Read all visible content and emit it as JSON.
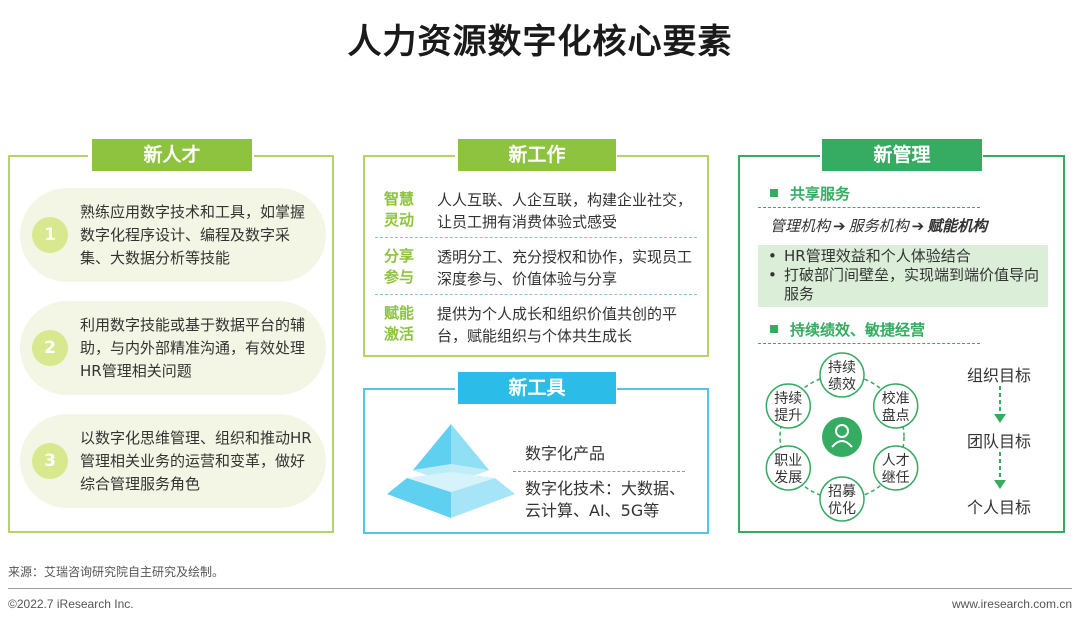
{
  "title": "人力资源数字化核心要素",
  "new_talent": {
    "header": "新人才",
    "items": [
      {
        "num": "1",
        "text": "熟练应用数字技术和工具，如掌握数字化程序设计、编程及数字采集、大数据分析等技能"
      },
      {
        "num": "2",
        "text": "利用数字技能或基于数据平台的辅助，与内外部精准沟通，有效处理HR管理相关问题"
      },
      {
        "num": "3",
        "text": "以数字化思维管理、组织和推动HR管理相关业务的运营和变革，做好综合管理服务角色"
      }
    ]
  },
  "new_work": {
    "header": "新工作",
    "rows": [
      {
        "label1": "智慧",
        "label2": "灵动",
        "desc": "人人互联、人企互联，构建企业社交，让员工拥有消费体验式感受"
      },
      {
        "label1": "分享",
        "label2": "参与",
        "desc": "透明分工、充分授权和协作，实现员工深度参与、价值体验与分享"
      },
      {
        "label1": "赋能",
        "label2": "激活",
        "desc": "提供为个人成长和组织价值共创的平台，赋能组织与个体共生成长"
      }
    ]
  },
  "new_tool": {
    "header": "新工具",
    "item1": "数字化产品",
    "item2": "数字化技术：大数据、云计算、AI、5G等"
  },
  "new_management": {
    "header": "新管理",
    "section1": "共享服务",
    "flow": {
      "step1": "管理机构",
      "step2": "服务机构",
      "step3": "赋能机构",
      "arrow": "➔"
    },
    "bullets": [
      "HR管理效益和个人体验结合",
      "打破部门间壁垒，实现端到端价值导向服务"
    ],
    "section2": "持续绩效、敏捷经营",
    "cycle": [
      {
        "l1": "持续",
        "l2": "绩效"
      },
      {
        "l1": "校准",
        "l2": "盘点"
      },
      {
        "l1": "人才",
        "l2": "继任"
      },
      {
        "l1": "招募",
        "l2": "优化"
      },
      {
        "l1": "职业",
        "l2": "发展"
      },
      {
        "l1": "持续",
        "l2": "提升"
      }
    ],
    "goals": [
      "组织目标",
      "团队目标",
      "个人目标"
    ]
  },
  "footer": {
    "source": "来源：艾瑞咨询研究院自主研究及绘制。",
    "copyright": "©2022.7 iResearch Inc.",
    "website": "www.iresearch.com.cn"
  },
  "colors": {
    "light_green": "#8dc33f",
    "dark_green": "#36ab62",
    "cyan": "#2cbce8"
  }
}
